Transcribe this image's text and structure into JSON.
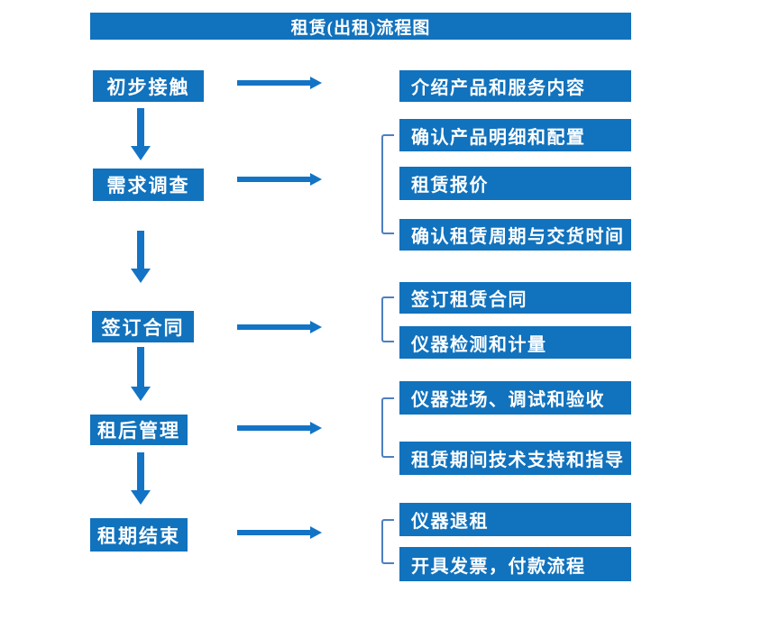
{
  "title": "租赁(出租)流程图",
  "colors": {
    "box_blue": "#1172bd",
    "arrow_blue": "#1374c6",
    "bracket_blue": "#4e7fc1",
    "text_white": "#ffffff"
  },
  "flow": [
    {
      "step": "初步接触",
      "details": [
        "介绍产品和服务内容"
      ]
    },
    {
      "step": "需求调查",
      "details": [
        "确认产品明细和配置",
        "租赁报价",
        "确认租赁周期与交货时间"
      ]
    },
    {
      "step": "签订合同",
      "details": [
        "签订租赁合同",
        "仪器检测和计量"
      ]
    },
    {
      "step": "租后管理",
      "details": [
        "仪器进场、调试和验收",
        "租赁期间技术支持和指导"
      ]
    },
    {
      "step": "租期结束",
      "details": [
        "仪器退租",
        "开具发票，付款流程"
      ]
    }
  ]
}
